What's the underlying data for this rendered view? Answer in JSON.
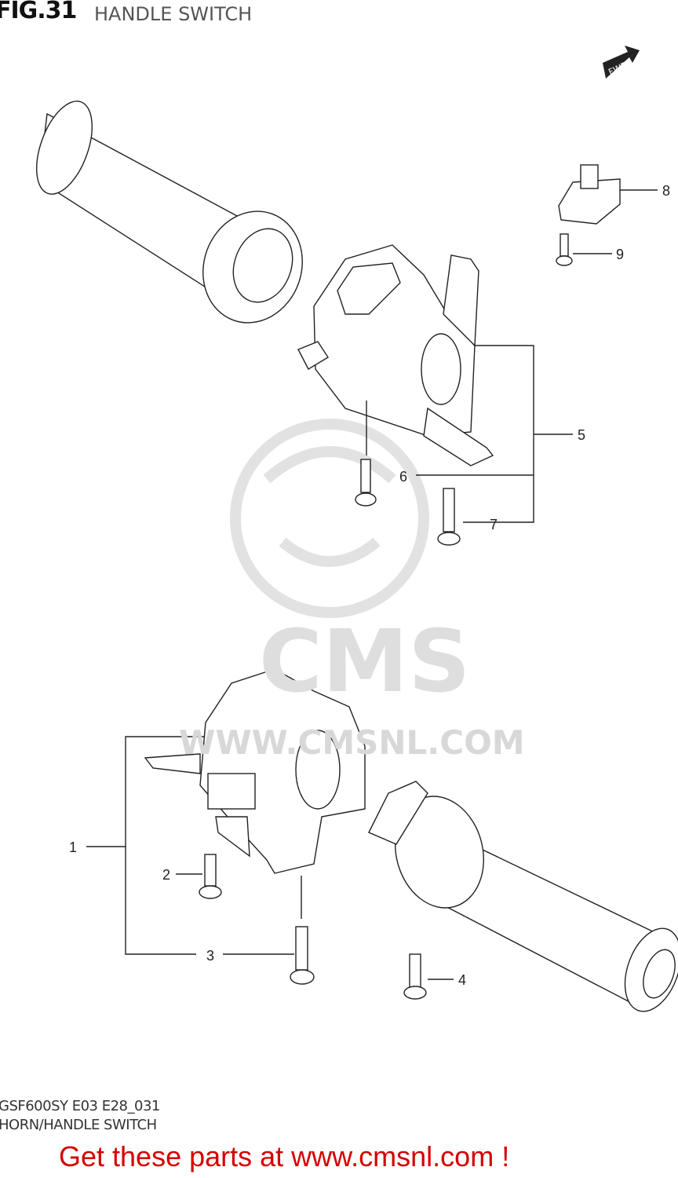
{
  "header": {
    "fig_label": "FIG.31",
    "title": "HANDLE SWITCH"
  },
  "footer": {
    "model_code": "GSF600SY E03 E28_031",
    "section_name": "HORN/HANDLE SWITCH",
    "promo": "Get these parts at www.cmsnl.com !"
  },
  "direction_badge": "FWD",
  "watermark": {
    "brand": "CMS",
    "url": "WWW.CMSNL.COM"
  },
  "callouts": [
    "1",
    "2",
    "3",
    "4",
    "5",
    "6",
    "7",
    "8",
    "9"
  ],
  "colors": {
    "promo": "#d40000",
    "watermark": "#e2e2e2"
  }
}
